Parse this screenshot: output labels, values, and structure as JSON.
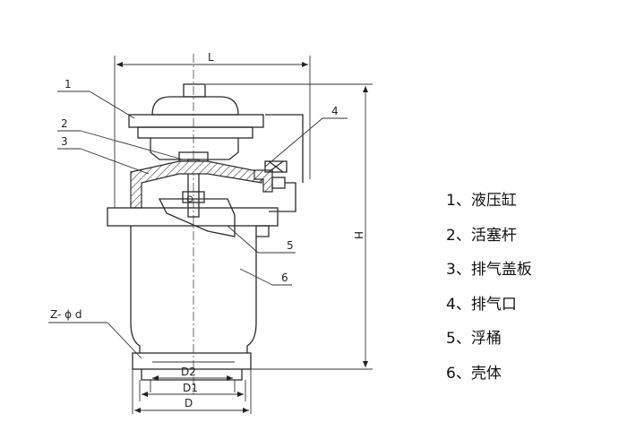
{
  "dimensions": {
    "length": "L",
    "height": "H",
    "d2": "D2",
    "d1": "D1",
    "d": "D",
    "bolt_holes": "Z- ϕ d"
  },
  "callouts": [
    "1",
    "2",
    "3",
    "4",
    "5",
    "6"
  ],
  "legend": [
    "1、液压缸",
    "2、活塞杆",
    "3、排气盖板",
    "4、排气口",
    "5、浮桶",
    "6、壳体"
  ]
}
